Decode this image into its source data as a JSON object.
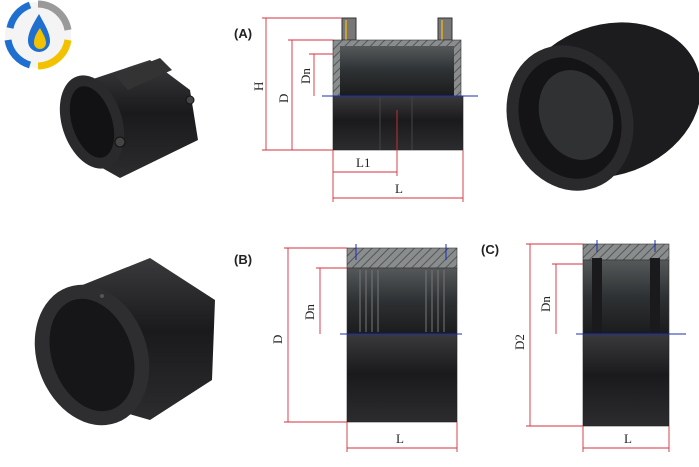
{
  "figure": {
    "view_labels": {
      "a": "(A)",
      "b": "(B)",
      "c": "(C)"
    },
    "dimensions": {
      "a": {
        "h": "H",
        "d": "D",
        "dn": "Dn",
        "l1": "L1",
        "l": "L"
      },
      "b": {
        "d": "D",
        "dn": "Dn",
        "l": "L"
      },
      "c": {
        "d2": "D2",
        "dn": "Dn",
        "l": "L"
      }
    },
    "colors": {
      "dimension_line": "#d0323c",
      "center_line": "#1b2fb0",
      "product": "#1e1e20",
      "logo_blue": "#1f6fd1",
      "logo_yellow": "#f2c200"
    },
    "icons": [
      "company-logo",
      "electrofusion-coupler-photo",
      "socket-photo",
      "plain-sleeve-photo"
    ]
  }
}
